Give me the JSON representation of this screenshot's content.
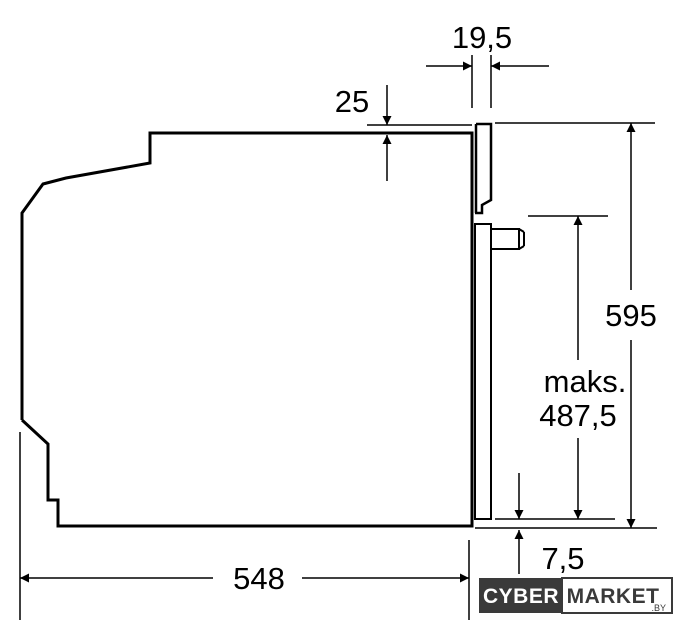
{
  "dimensions": {
    "gap_top": "19,5",
    "top_offset": "25",
    "height_total": "595",
    "inner_label_line1": "maks.",
    "inner_label_line2": "487,5",
    "bottom_offset": "7,5",
    "depth": "548"
  },
  "watermark": {
    "part1": "CYBER",
    "part2": "MARKET",
    "suffix": ".BY",
    "colors": {
      "dark": "#3a3a3a",
      "light": "#ffffff"
    }
  },
  "colors": {
    "line": "#000000",
    "background": "#ffffff"
  }
}
